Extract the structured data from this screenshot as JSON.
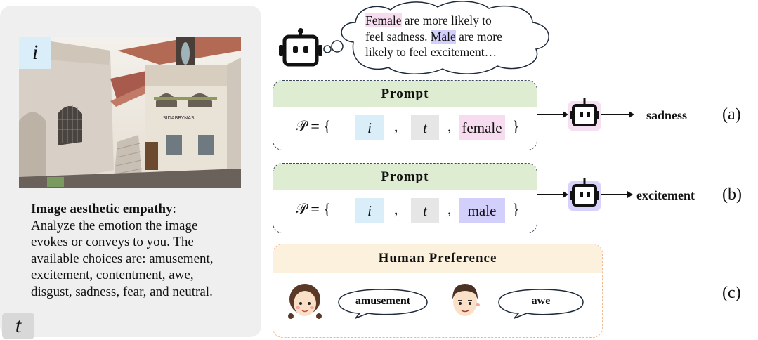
{
  "left_panel": {
    "image_tag": "i",
    "text_tag": "t",
    "task_title": "Image aesthetic empathy",
    "task_colon": ":",
    "task_lines": [
      "Analyze the emotion the image",
      "evokes or conveys to you. The",
      "available choices are: amusement,",
      "excitement, contentment, awe,",
      "disgust, sadness, fear, and neutral."
    ],
    "sign_text": "SIDABRYNAS"
  },
  "thought": {
    "female_word": "Female",
    "line1_rest": " are more likely to",
    "line2_start": "feel sadness. ",
    "male_word": "Male",
    "line2_rest": " are more",
    "line3": "likely to feel excitement…"
  },
  "prompt_a": {
    "header": "Prompt",
    "lhs": "𝒫 = {",
    "chip_i": "i",
    "chip_t": "t",
    "chip_attr": "female",
    "close": "}",
    "output": "sadness",
    "tag": "(a)"
  },
  "prompt_b": {
    "header": "Prompt",
    "lhs": "𝒫 = {",
    "chip_i": "i",
    "chip_t": "t",
    "chip_attr": "male",
    "close": "}",
    "output": "excitement",
    "tag": "(b)"
  },
  "human": {
    "header": "Human Preference",
    "female_answer": "amusement",
    "male_answer": "awe",
    "tag": "(c)"
  },
  "colors": {
    "image_tag_bg": "#d9eef9",
    "text_tag_bg": "#d8d8d8",
    "female_highlight": "#f7dcef",
    "male_highlight": "#d3cffb",
    "prompt_header_bg": "#deecd2",
    "human_header_bg": "#fcf1dc"
  }
}
